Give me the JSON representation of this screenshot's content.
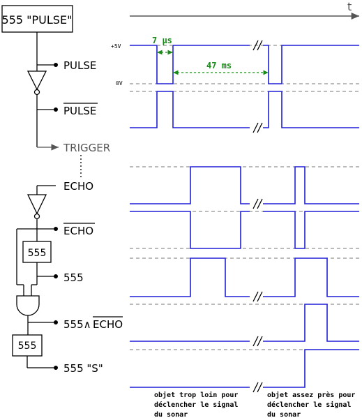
{
  "title": "555 \"PULSE\"",
  "time_axis_label": "t",
  "voltage_labels": {
    "high": "+5V",
    "low": "0V"
  },
  "signal_labels": {
    "pulse": "PULSE",
    "pulse_inv": "PULSE",
    "trigger": "TRIGGER",
    "echo": "ECHO",
    "echo_inv": "ECHO",
    "timer_555": "555",
    "and_prefix": "555∧",
    "and_echo": "ECHO",
    "s_output": "555 \"S\""
  },
  "blocks": {
    "timer_a": "555",
    "timer_b": "555"
  },
  "measurements": {
    "pulse_width": "7 µs",
    "period": "47 ms"
  },
  "notes": {
    "left": [
      "objet trop loin pour",
      "déclencher le signal",
      "du sonar"
    ],
    "right": [
      "objet assez près pour",
      "déclencher le signal",
      "du sonar"
    ]
  },
  "colors": {
    "signal": "#1f1fd6",
    "measure": "#1a8a1a",
    "dashed": "#777777",
    "trigger_text": "#555555"
  }
}
